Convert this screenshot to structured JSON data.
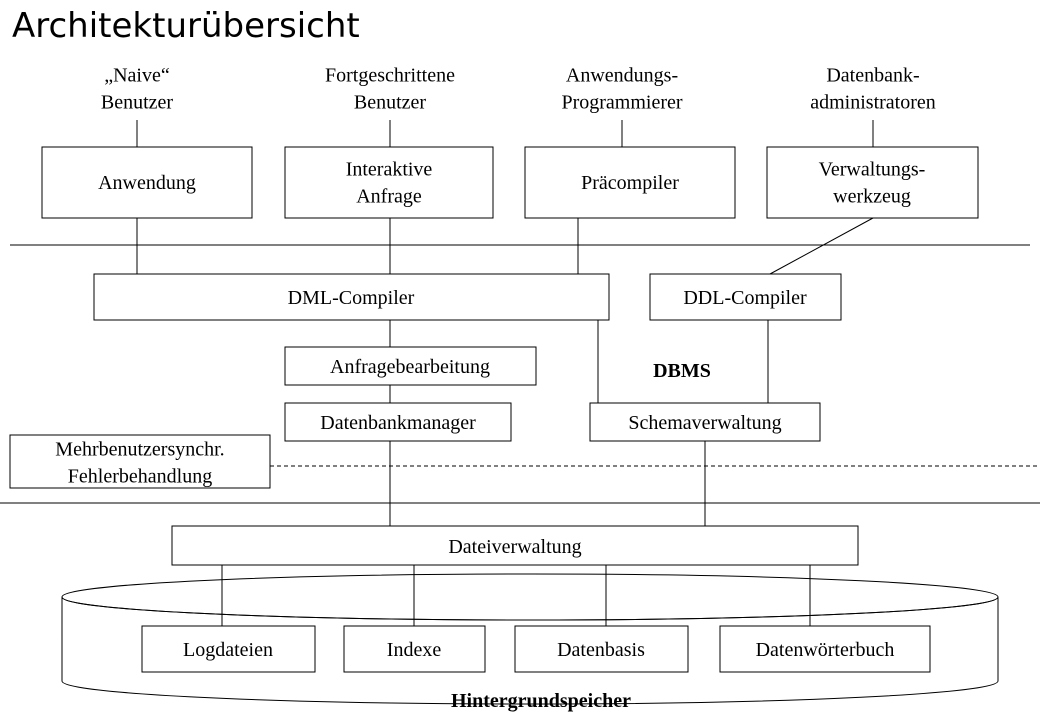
{
  "title": "Architekturübersicht",
  "users": {
    "naive": [
      "„Naive“",
      "Benutzer"
    ],
    "advanced": [
      "Fortgeschrittene",
      "Benutzer"
    ],
    "programmers": [
      "Anwendungs-",
      "Programmierer"
    ],
    "admins": [
      "Datenbank-",
      "administratoren"
    ]
  },
  "components": {
    "application": [
      "Anwendung"
    ],
    "interactive_query": [
      "Interaktive",
      "Anfrage"
    ],
    "precompiler": [
      "Präcompiler"
    ],
    "admin_tool": [
      "Verwaltungs-",
      "werkzeug"
    ],
    "dml_compiler": [
      "DML-Compiler"
    ],
    "ddl_compiler": [
      "DDL-Compiler"
    ],
    "query_processing": [
      "Anfragebearbeitung"
    ],
    "db_manager": [
      "Datenbankmanager"
    ],
    "schema_management": [
      "Schemaverwaltung"
    ],
    "multiuser_sync": [
      "Mehrbenutzersynchr.",
      "Fehlerbehandlung"
    ],
    "file_management": [
      "Dateiverwaltung"
    ],
    "log_files": [
      "Logdateien"
    ],
    "indexes": [
      "Indexe"
    ],
    "database": [
      "Datenbasis"
    ],
    "data_dictionary": [
      "Datenwörterbuch"
    ]
  },
  "labels": {
    "dbms": "DBMS",
    "background_storage": "Hintergrundspeicher"
  }
}
